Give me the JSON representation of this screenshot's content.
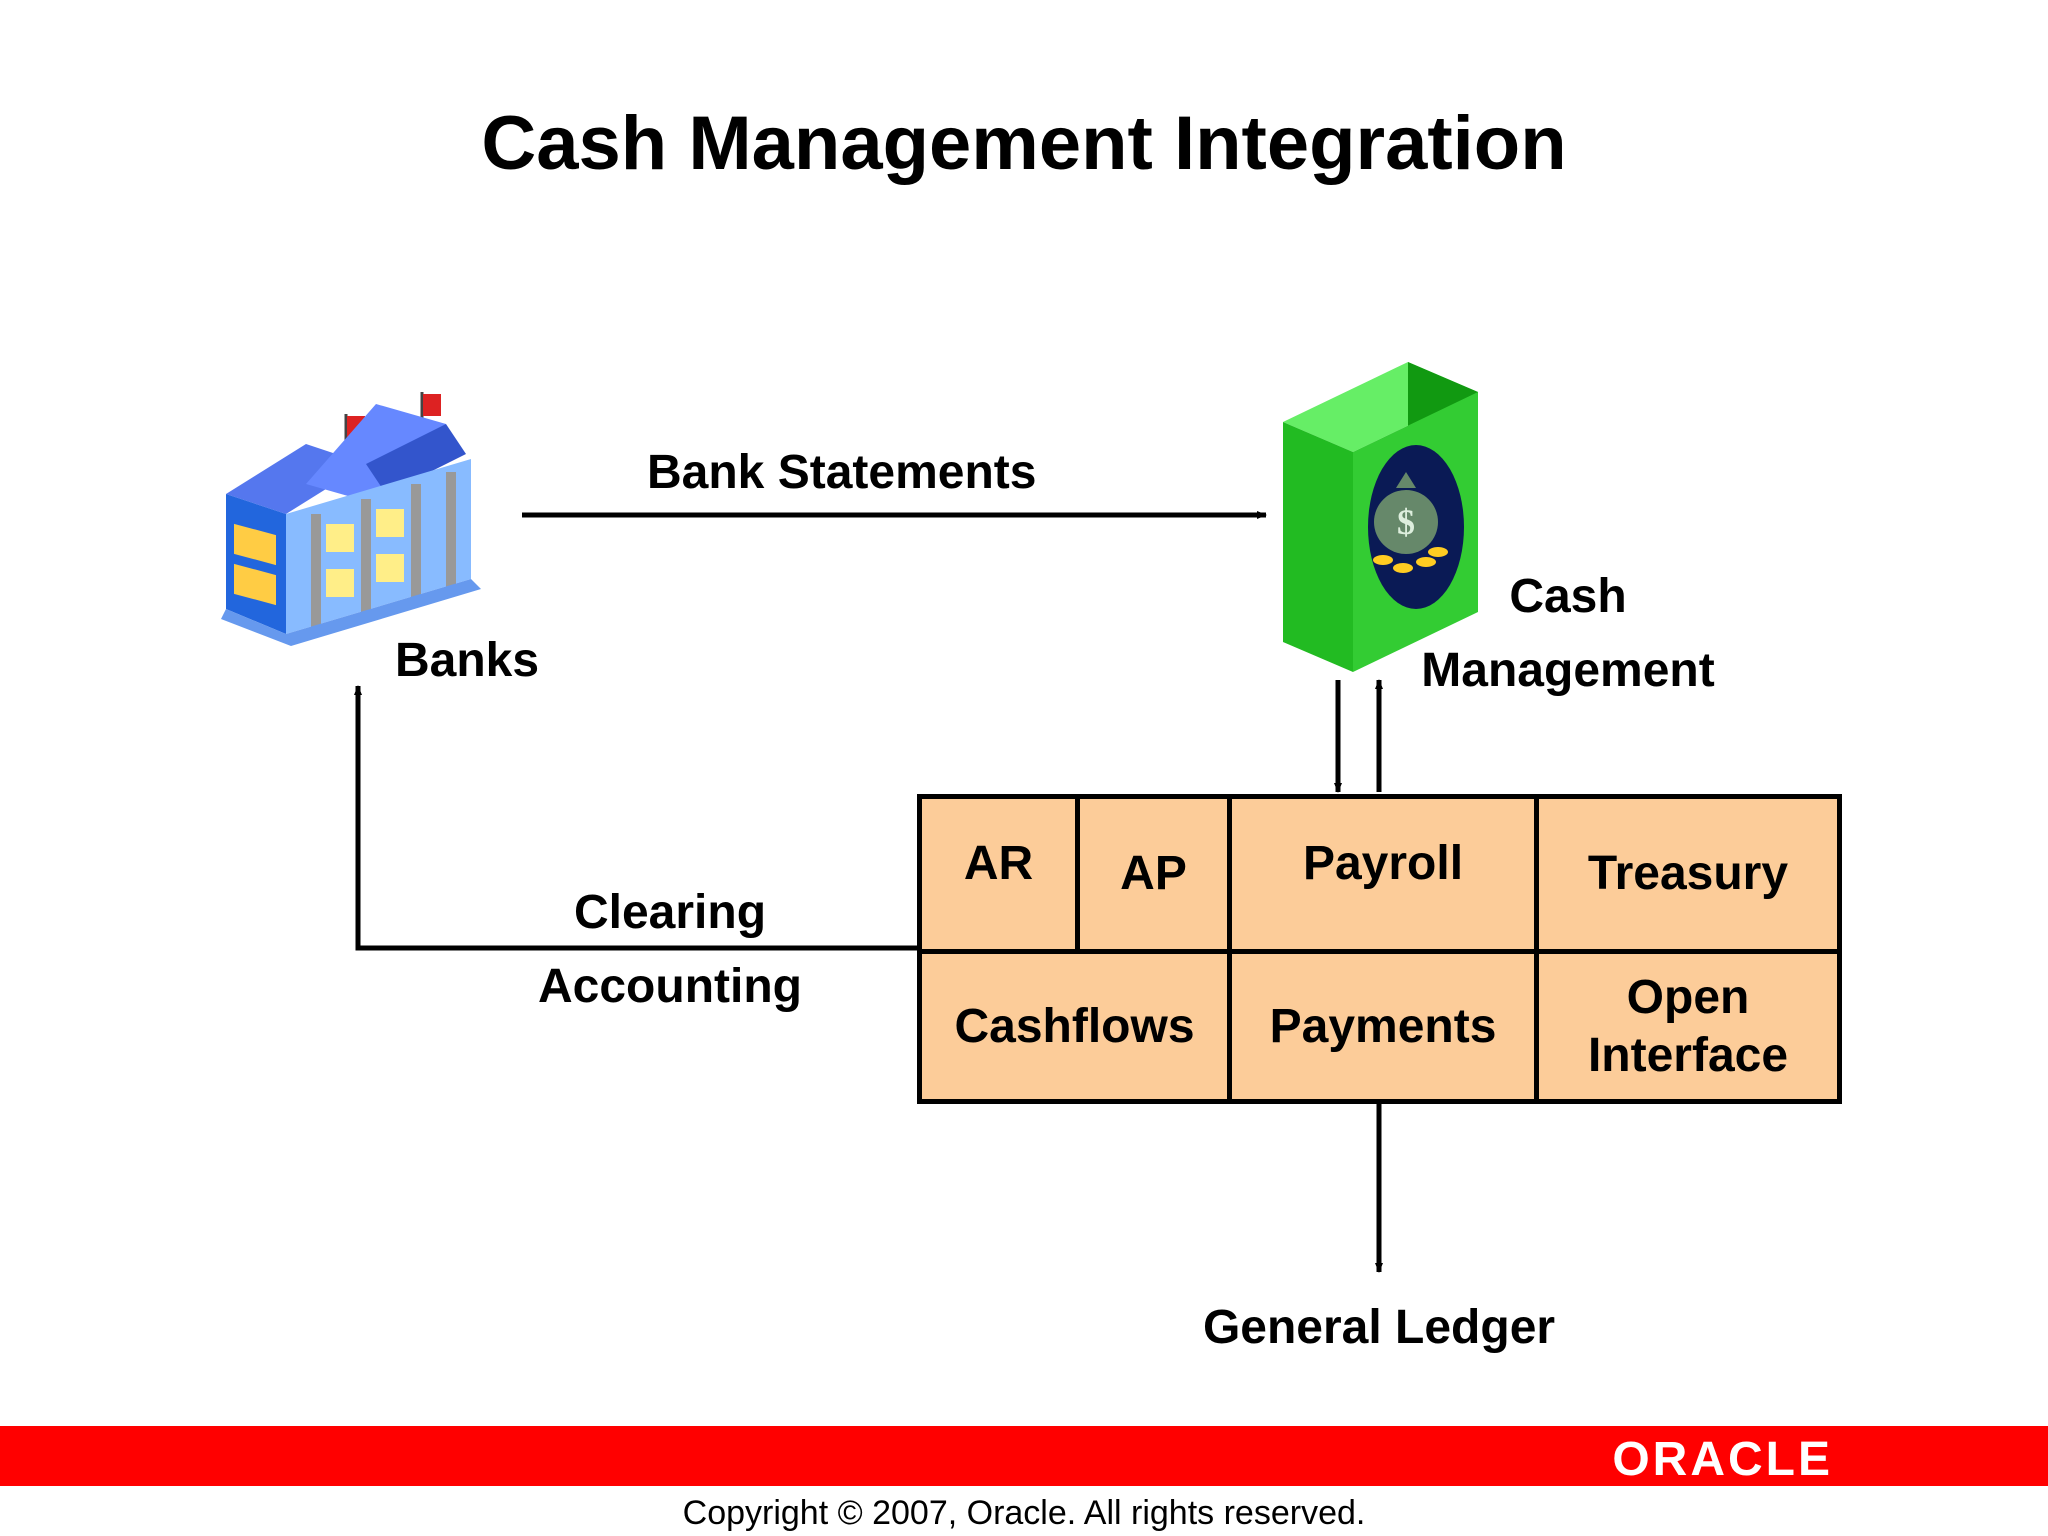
{
  "title": "Cash Management Integration",
  "nodes": {
    "banks": "Banks",
    "cash_line1": "Cash",
    "cash_line2": "Management",
    "general_ledger": "General Ledger"
  },
  "edges": {
    "bank_statements": "Bank Statements",
    "clearing_line1": "Clearing",
    "clearing_line2": "Accounting"
  },
  "modules": {
    "ar": "AR",
    "ap": "AP",
    "payroll": "Payroll",
    "treasury": "Treasury",
    "cashflows": "Cashflows",
    "payments": "Payments",
    "open_line1": "Open",
    "open_line2": "Interface"
  },
  "footer": {
    "brand": "ORACLE",
    "copyright": "Copyright © 2007, Oracle. All rights reserved."
  },
  "colors": {
    "module_fill": "#fccc99",
    "footer_bar": "#ff0000",
    "cash_book": "#33cc33",
    "bank_building": "#3377ee"
  }
}
